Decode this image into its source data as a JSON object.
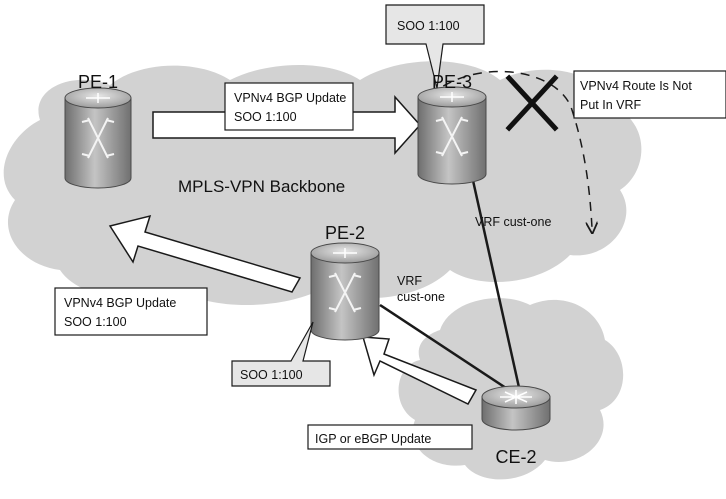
{
  "routers": {
    "pe1": {
      "name": "PE-1"
    },
    "pe2": {
      "name": "PE-2",
      "vrf_line1": "VRF",
      "vrf_line2": "cust-one"
    },
    "pe3": {
      "name": "PE-3",
      "vrf": "VRF cust-one"
    },
    "ce2": {
      "name": "CE-2"
    }
  },
  "backbone_label": "MPLS-VPN Backbone",
  "labels": {
    "update_pe1_pe3": {
      "line1": "VPNv4 BGP Update",
      "line2": "SOO 1:100"
    },
    "update_pe2_pe1": {
      "line1": "VPNv4 BGP Update",
      "line2": "SOO 1:100"
    },
    "soo_pe3": "SOO 1:100",
    "soo_pe2": "SOO 1:100",
    "ce_update": "IGP or eBGP Update",
    "not_in_vrf": {
      "line1": "VPNv4 Route Is Not",
      "line2": "Put In VRF"
    }
  },
  "colors": {
    "cloud": "#d4d4d4",
    "router_body": "#9a9a9a",
    "router_top": "#c9c9c9",
    "line": "#1a1a1a"
  }
}
